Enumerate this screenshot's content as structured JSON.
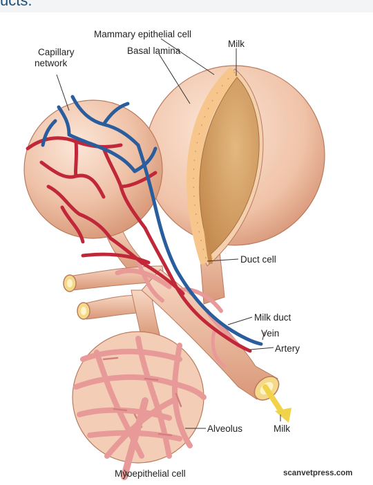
{
  "header": {
    "partial_text": "ucts."
  },
  "labels": {
    "mammary_epithelial_cell": "Mammary epithelial cell",
    "basal_lamina": "Basal lamina",
    "milk_top": "Milk",
    "capillary_network_line1": "Capillary",
    "capillary_network_line2": "network",
    "duct_cell": "Duct cell",
    "milk_duct": "Milk duct",
    "vein": "Vein",
    "artery": "Artery",
    "alveolus": "Alveolus",
    "milk_bottom": "Milk",
    "myoepithelial_cell": "Myoepithelial cell"
  },
  "credit": "scanvetpress.com",
  "colors": {
    "alveolus_skin": "#efc2a8",
    "milk_fill": "#d9a66a",
    "epithelial_cell": "#f6c68d",
    "vein": "#2a5d9e",
    "artery": "#c0283a",
    "muscle": "#e79a98",
    "milk_arrow": "#f1d34a"
  }
}
